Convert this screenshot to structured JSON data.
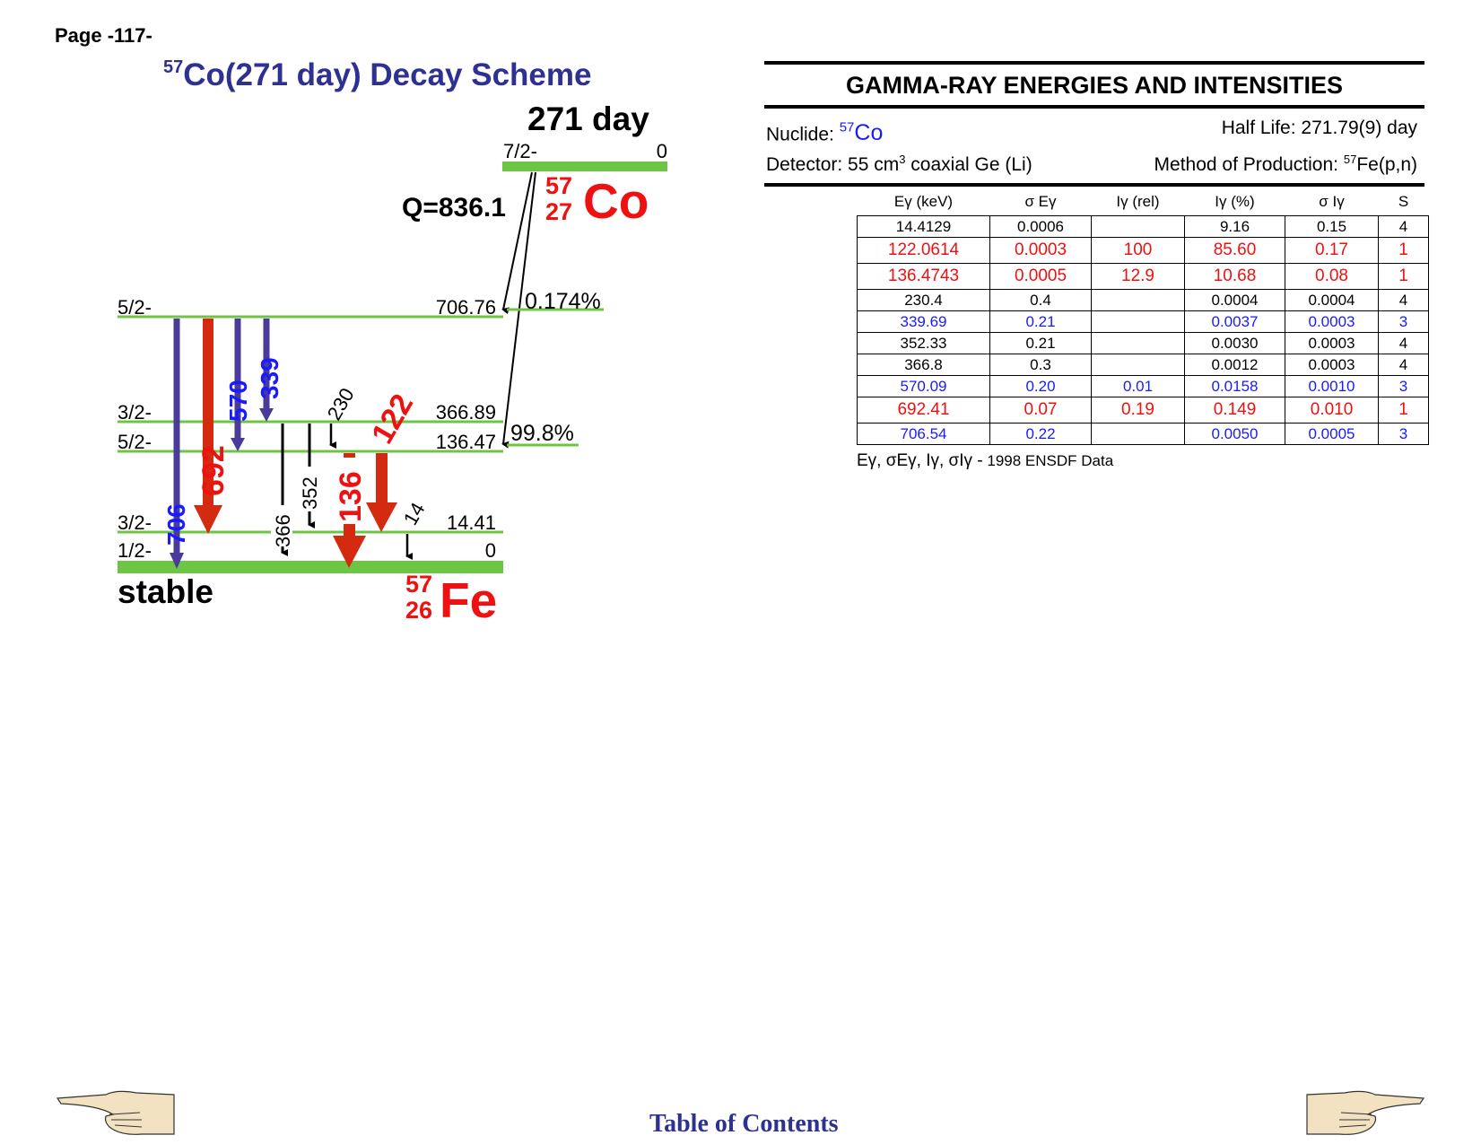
{
  "page": {
    "number": "Page -117-"
  },
  "scheme": {
    "title_mass": "57",
    "title_rest": "Co(271 day) Decay Scheme",
    "parent": {
      "halflife": "271 day",
      "spin": "7/2-",
      "energy": "0",
      "mass": "57",
      "z": "27",
      "symbol": "Co",
      "q_value": "Q=836.1"
    },
    "daughter": {
      "stable_label": "stable",
      "mass": "57",
      "z": "26",
      "symbol": "Fe"
    },
    "levels": [
      {
        "spin": "5/2-",
        "energy": "706.76",
        "feeding": "0.174%"
      },
      {
        "spin": "3/2-",
        "energy": "366.89"
      },
      {
        "spin": "5/2-",
        "energy": "136.47",
        "feeding": "99.8%"
      },
      {
        "spin": "3/2-",
        "energy": "14.41"
      },
      {
        "spin": "1/2-",
        "energy": "0"
      }
    ],
    "transitions": [
      {
        "label": "706",
        "color": "#1a1aff"
      },
      {
        "label": "692",
        "color": "#ee1111"
      },
      {
        "label": "570",
        "color": "#1a1aff"
      },
      {
        "label": "339",
        "color": "#1a1aff"
      },
      {
        "label": "366",
        "color": "#000000"
      },
      {
        "label": "352",
        "color": "#000000"
      },
      {
        "label": "230",
        "color": "#000000"
      },
      {
        "label": "136",
        "color": "#ee1111"
      },
      {
        "label": "122",
        "color": "#ee1111"
      },
      {
        "label": "14",
        "color": "#000000"
      }
    ],
    "colors": {
      "level_line": "#6cc644",
      "title": "#2e3192",
      "arrow_strong": "#d42a0f",
      "arrow_medium": "#4a3a9a",
      "nuclide_red": "#ee1111"
    }
  },
  "gamma": {
    "heading": "GAMMA-RAY ENERGIES AND INTENSITIES",
    "nuclide_label": "Nuclide:",
    "nuclide_mass": "57",
    "nuclide_symbol": "Co",
    "half_life": "Half Life: 271.79(9) day",
    "detector_pre": "Detector: 55 cm",
    "detector_exp": "3",
    "detector_post": " coaxial Ge (Li)",
    "production_pre": "Method of Production: ",
    "production_mass": "57",
    "production_post": "Fe(p,n)",
    "columns": [
      "Eγ (keV)",
      "σ Eγ",
      "Iγ (rel)",
      "Iγ (%)",
      "σ Iγ",
      "S"
    ],
    "rows": [
      {
        "color": "black",
        "cells": [
          "14.4129",
          "0.0006",
          "",
          "9.16",
          "0.15",
          "4"
        ]
      },
      {
        "color": "red",
        "cells": [
          "122.0614",
          "0.0003",
          "100",
          "85.60",
          "0.17",
          "1"
        ]
      },
      {
        "color": "red",
        "cells": [
          "136.4743",
          "0.0005",
          "12.9",
          "10.68",
          "0.08",
          "1"
        ]
      },
      {
        "color": "black",
        "cells": [
          "230.4",
          "0.4",
          "",
          "0.0004",
          "0.0004",
          "4"
        ]
      },
      {
        "color": "blue",
        "cells": [
          "339.69",
          "0.21",
          "",
          "0.0037",
          "0.0003",
          "3"
        ]
      },
      {
        "color": "black",
        "cells": [
          "352.33",
          "0.21",
          "",
          "0.0030",
          "0.0003",
          "4"
        ]
      },
      {
        "color": "black",
        "cells": [
          "366.8",
          "0.3",
          "",
          "0.0012",
          "0.0003",
          "4"
        ]
      },
      {
        "color": "blue",
        "cells": [
          "570.09",
          "0.20",
          "0.01",
          "0.0158",
          "0.0010",
          "3"
        ]
      },
      {
        "color": "red",
        "cells": [
          "692.41",
          "0.07",
          "0.19",
          "0.149",
          "0.010",
          "1"
        ]
      },
      {
        "color": "blue",
        "cells": [
          "706.54",
          "0.22",
          "",
          "0.0050",
          "0.0005",
          "3"
        ]
      }
    ],
    "footnote_symbols": "Eγ, σEγ, Iγ, σIγ -",
    "footnote_text": "1998 ENSDF Data"
  },
  "footer": {
    "toc": "Table of Contents"
  }
}
